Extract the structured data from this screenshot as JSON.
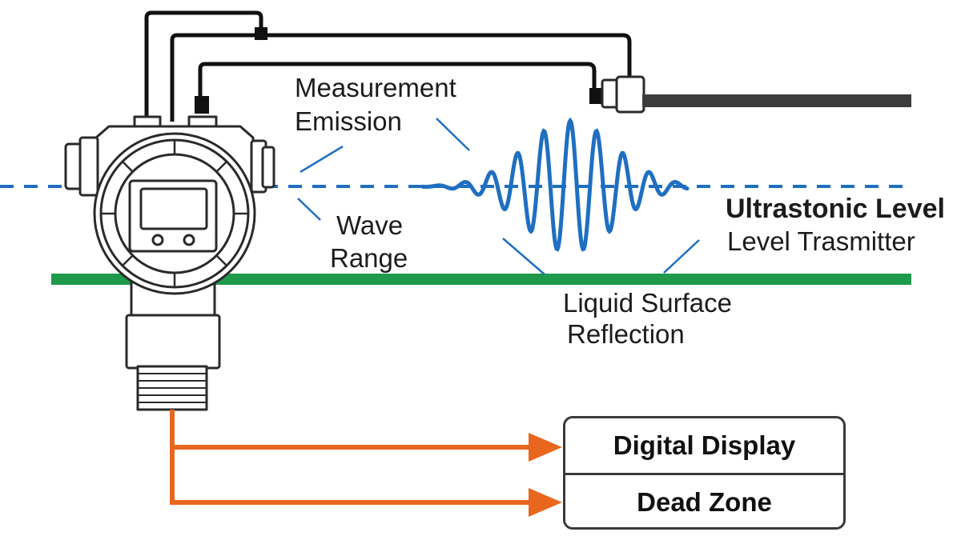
{
  "labels": {
    "measurement_emission": [
      "Measurement",
      "Emission"
    ],
    "wave_range": [
      "Wave",
      "Range"
    ],
    "title": "Ultrastonic Level",
    "subtitle": "Level Trasmitter",
    "liquid_surface": [
      "Liquid Surface",
      "Reflection"
    ]
  },
  "box": {
    "top_label": "Digital Display",
    "bottom_label": "Dead Zone"
  },
  "colors": {
    "wave": "#1f6fc0",
    "reference_line": "#1f6fc0",
    "liquid_surface": "#1e9a4a",
    "signal_arrows": "#e8661e",
    "cable": "#111111",
    "outline": "#2a2a2a"
  },
  "icons": {
    "device": "ultrasonic-level-transmitter-icon",
    "display_window": "lcd-display-icon"
  }
}
